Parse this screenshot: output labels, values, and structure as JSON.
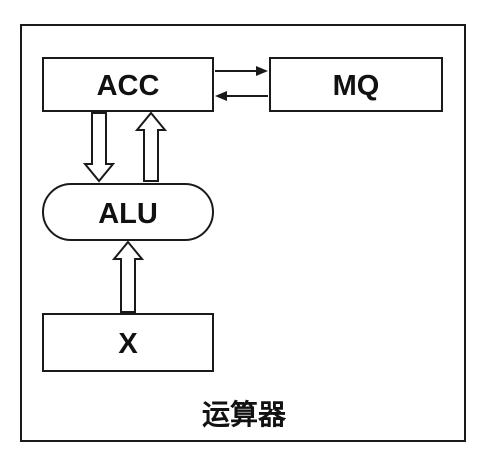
{
  "diagram": {
    "acc": "ACC",
    "mq": "MQ",
    "alu": "ALU",
    "x": "X",
    "caption": "运算器"
  }
}
